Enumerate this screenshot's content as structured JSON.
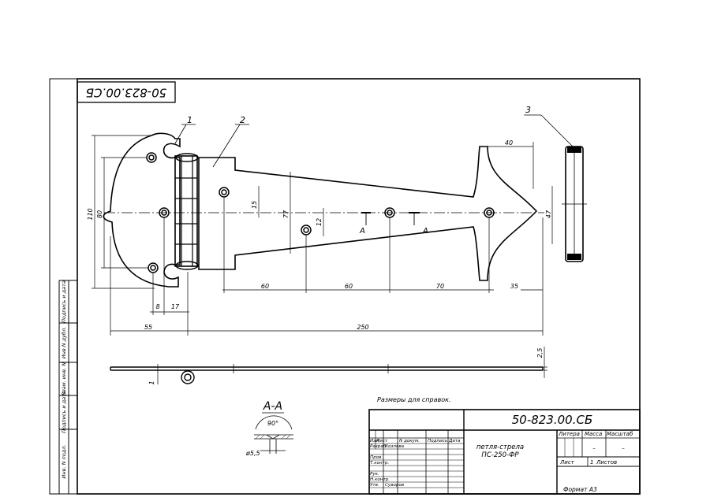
{
  "designation": "50-823.00.СБ",
  "designation_rotated": "50-823.00.СБ",
  "part_name_line1": "петля-стрела",
  "part_name_line2": "ПС-250-ФР",
  "reference_note": "Размеры для справок.",
  "format": "Формат А3",
  "section_label": "А-А",
  "section_marks": [
    "А",
    "А"
  ],
  "section_angle": "90°",
  "section_dia": "ø5,5",
  "callouts": [
    "1",
    "2",
    "3"
  ],
  "dims": {
    "d55": "55",
    "d250": "250",
    "d8": "8",
    "d17": "17",
    "d60a": "60",
    "d60b": "60",
    "d70": "70",
    "d35": "35",
    "d110": "110",
    "d80": "80",
    "d15": "15",
    "d77": "77",
    "d12": "12",
    "d40": "40",
    "d47": "47",
    "d25": "2,5",
    "d1": "1"
  },
  "title_block": {
    "hdr_izm": "Изм",
    "hdr_list": "Лист",
    "hdr_ndok": "N докум.",
    "hdr_podp": "Подпись",
    "hdr_data": "Дата",
    "row_razrab": "Разраб.",
    "name_razrab": "Козлова",
    "row_prov": "Пров.",
    "row_tkontr": "Т.контр.",
    "row_rук": "Рук.",
    "row_nkontr": "Н.контр.",
    "row_utv": "Утв.",
    "name_utv": "Суворов",
    "col_litera": "Литера",
    "col_massa": "Масса",
    "col_masshtab": "Масштаб",
    "val_massa": "–",
    "val_masshtab": "–",
    "list_label": "Лист",
    "listov_label": "Листов",
    "listov_value": "1"
  },
  "side_stamp": [
    "Инв. N подл.",
    "Подпись и дата",
    "Взам. инв. N",
    "Инв.N дубл.",
    "Подпись и дата"
  ]
}
